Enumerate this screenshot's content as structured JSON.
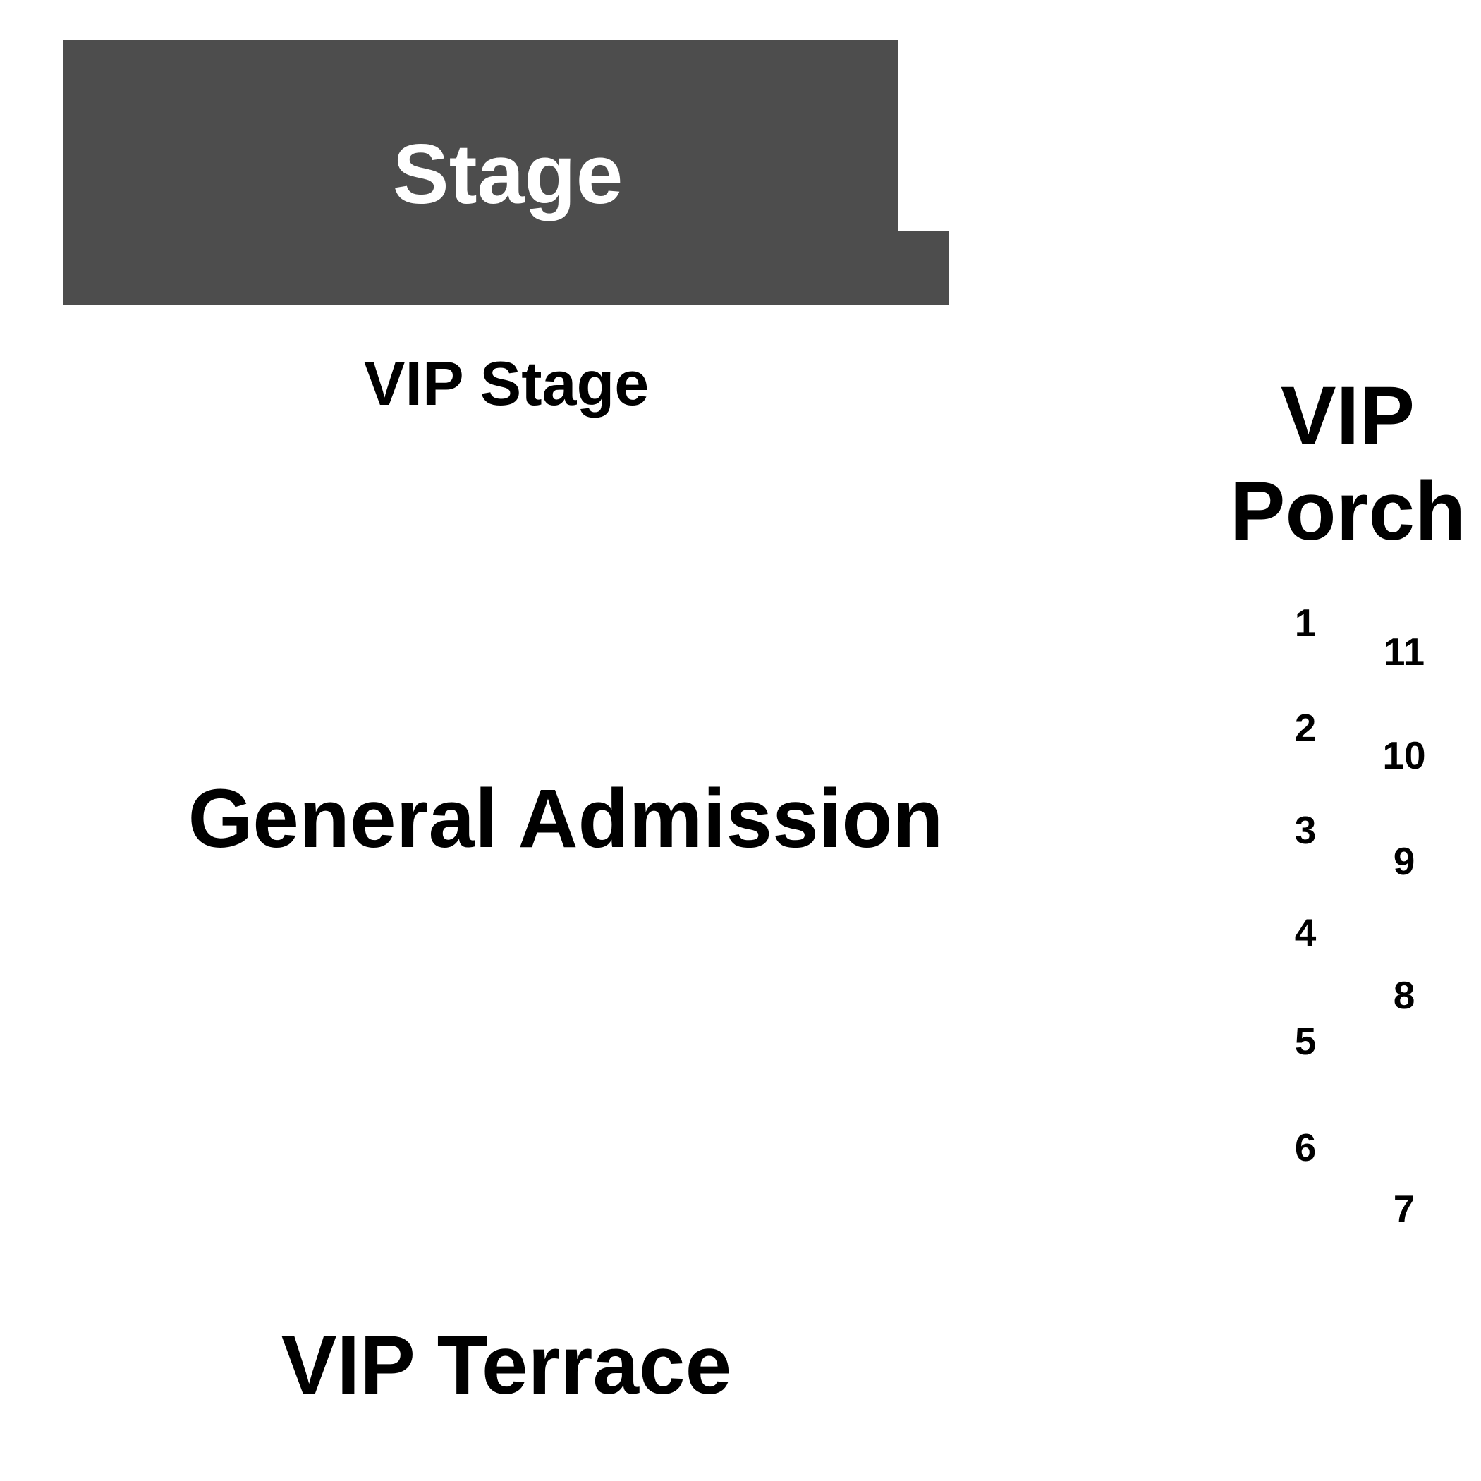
{
  "venue_map": {
    "stage": {
      "label": "Stage"
    },
    "vip_stage": {
      "label": "VIP Stage"
    },
    "general_admission": {
      "label": "General Admission"
    },
    "vip_terrace": {
      "label": "VIP Terrace"
    },
    "vip_porch": {
      "label_line1": "VIP",
      "label_line2": "Porch",
      "left_column": [
        "1",
        "2",
        "3",
        "4",
        "5",
        "6"
      ],
      "right_column": [
        "11",
        "10",
        "9",
        "8",
        "7"
      ]
    }
  }
}
